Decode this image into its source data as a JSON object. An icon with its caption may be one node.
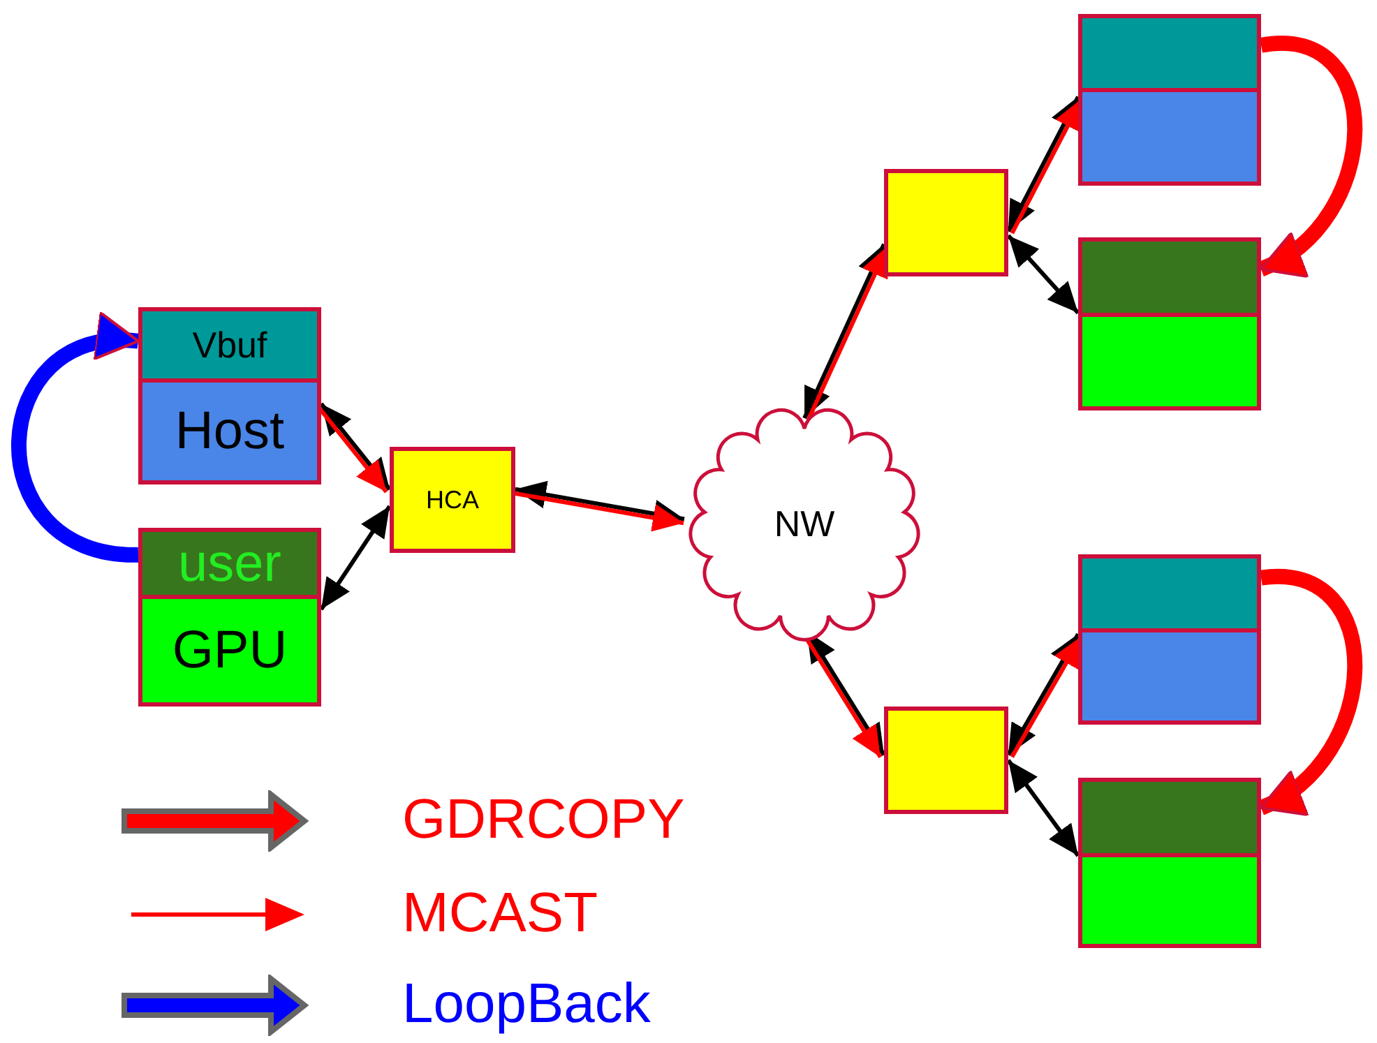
{
  "diagram": {
    "nodes": [
      {
        "text": [
          "Vbuf"
        ]
      },
      {
        "text": [
          "Host"
        ]
      },
      {
        "text": [
          "user"
        ]
      },
      {
        "text": [
          "GPU"
        ]
      },
      {
        "text": [
          "HCA"
        ]
      },
      {
        "text": [
          "NW"
        ]
      },
      {
        "text": [],
        "shape": "box"
      },
      {
        "text": [],
        "shape": "box"
      },
      {
        "text": [],
        "shape": "box"
      },
      {
        "text": [],
        "shape": "box"
      },
      {
        "text": [],
        "shape": "box"
      },
      {
        "text": [],
        "shape": "box"
      },
      {
        "text": [],
        "shape": "box"
      },
      {
        "text": [],
        "shape": "box"
      },
      {
        "text": [],
        "shape": "box"
      },
      {
        "text": [],
        "shape": "box"
      }
    ],
    "edges": [
      {
        "from": 1,
        "to": 4,
        "arrow": "both"
      },
      {
        "from": 1,
        "to": 4,
        "arrow": "to",
        "color": "#ff0000"
      },
      {
        "from": 3,
        "to": 4,
        "arrow": "both"
      },
      {
        "from": 4,
        "to": 5,
        "arrow": "both"
      },
      {
        "from": 4,
        "to": 5,
        "arrow": "to",
        "color": "#ff0000"
      },
      {
        "from": 5,
        "to": 6,
        "arrow": "both"
      },
      {
        "from": 5,
        "to": 6,
        "arrow": "to",
        "color": "#ff0000"
      },
      {
        "from": 6,
        "to": 8,
        "arrow": "both"
      },
      {
        "from": 6,
        "to": 8,
        "arrow": "to",
        "color": "#ff0000"
      },
      {
        "from": 6,
        "to": 9,
        "arrow": "both"
      },
      {
        "from": 5,
        "to": 11,
        "arrow": "both"
      },
      {
        "from": 5,
        "to": 11,
        "arrow": "to",
        "color": "#ff0000"
      },
      {
        "from": 11,
        "to": 13,
        "arrow": "both"
      },
      {
        "from": 11,
        "to": 13,
        "arrow": "to",
        "color": "#ff0000"
      },
      {
        "from": 11,
        "to": 14,
        "arrow": "both"
      },
      {
        "from": 7,
        "to": 9,
        "arrow": "to",
        "style": "thick",
        "color": "#ff0000"
      },
      {
        "from": 12,
        "to": 14,
        "arrow": "to",
        "style": "thick",
        "color": "#ff0000"
      },
      {
        "from": 2,
        "to": 0,
        "arrow": "to",
        "style": "thick",
        "color": "#0000ff"
      }
    ],
    "legend": [
      {
        "text": "GDRCOPY"
      },
      {
        "text": "MCAST"
      },
      {
        "text": "LoopBack"
      }
    ]
  }
}
